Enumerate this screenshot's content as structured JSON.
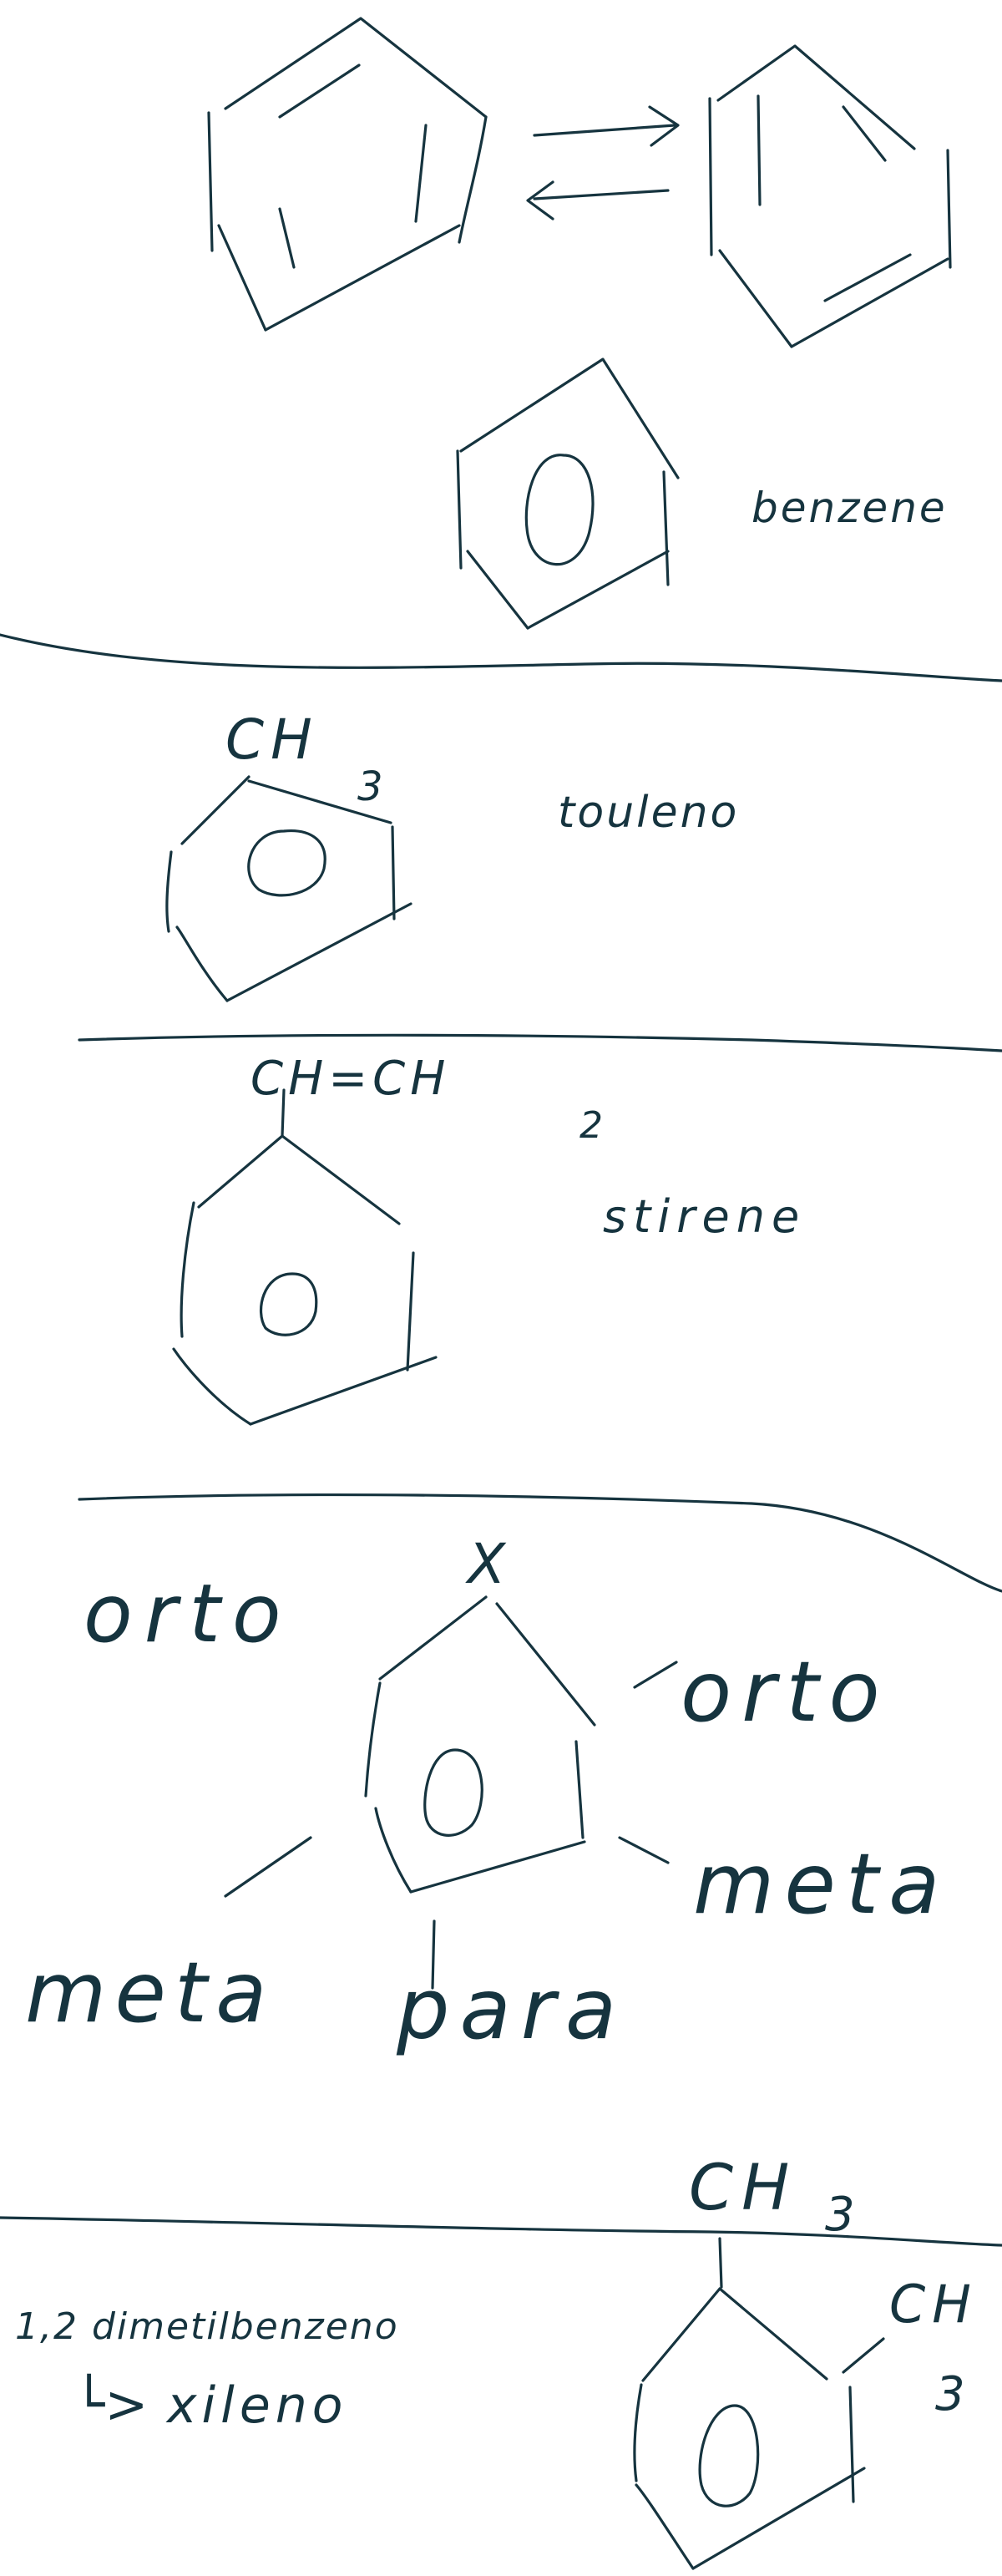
{
  "colors": {
    "ink": "#16343f",
    "background": "#ffffff"
  },
  "labels": {
    "benzene": "benzene",
    "toluene": "touleno",
    "styrene": "stirene",
    "orto_left": "orto",
    "orto_right": "orto",
    "meta_left": "meta",
    "meta_right": "meta",
    "para": "para",
    "xylene_name": "1,2 dimetilbenzeno",
    "xylene_alias": "xileno"
  },
  "substituents": {
    "toluene_group": "CH",
    "toluene_sub": "3",
    "styrene_group": "CH=CH",
    "styrene_sub": "2",
    "generic_group": "X",
    "xylene_top_group": "CH",
    "xylene_top_sub": "3",
    "xylene_side_group": "CH",
    "xylene_side_sub": "3"
  },
  "symbols": {
    "resonance_arrow": "⇄",
    "implies_arrow": "└>"
  }
}
